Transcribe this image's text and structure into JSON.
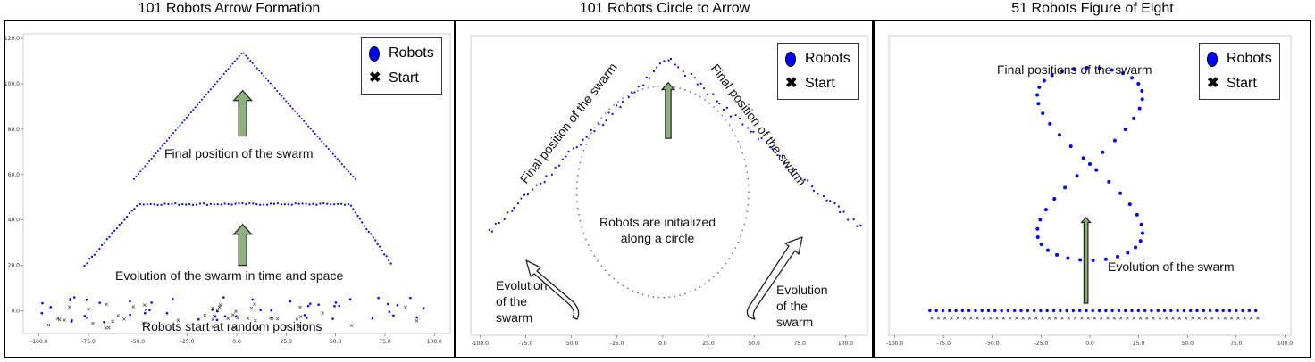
{
  "colors": {
    "robot": "#0000ff",
    "arrow_fill": "#8db07e",
    "arrow_stroke": "#222222",
    "start": "#444444"
  },
  "legend": {
    "robots": "Robots",
    "start": "Start"
  },
  "chart_data": [
    {
      "type": "scatter",
      "title": "101 Robots Arrow Formation",
      "xlim": [
        -108,
        108
      ],
      "ylim": [
        -10,
        122
      ],
      "xticks": [
        "-100.0",
        "-75.0",
        "-50.0",
        "-25.0",
        "0.0",
        "25.0",
        "50.0",
        "75.0",
        "100.0"
      ],
      "xtick_values": [
        -100,
        -75,
        -50,
        -25,
        0,
        25,
        50,
        75,
        100
      ],
      "yticks": [
        "0.0",
        "20.0",
        "40.0",
        "60.0",
        "80.0",
        "100.0",
        "120.0"
      ],
      "ytick_values": [
        0,
        20,
        40,
        60,
        80,
        100,
        120
      ],
      "legend_position": "top-right",
      "final_shape": {
        "kind": "chevron",
        "left": [
          -52,
          58
        ],
        "apex": [
          3,
          114
        ],
        "right": [
          60,
          58
        ],
        "count": 101
      },
      "mid_shape": {
        "kind": "trapezoid",
        "left": [
          -77,
          20
        ],
        "top_left": [
          -50,
          47
        ],
        "top_right": [
          57,
          47
        ],
        "right": [
          78,
          21
        ],
        "count": 101
      },
      "start_band": {
        "x_range": [
          -100,
          100
        ],
        "y_range": [
          -5,
          6
        ],
        "count": 101
      },
      "annotations": {
        "final": "Final position of the swarm",
        "evolution": "Evolution of the swarm in time and space",
        "start": "Robots start at random positions"
      }
    },
    {
      "type": "scatter",
      "title": "101 Robots Circle to Arrow",
      "xlim": [
        -105,
        112
      ],
      "ylim": [
        -10,
        130
      ],
      "xticks": [
        "-100.0",
        "-75.0",
        "-50.0",
        "-25.0",
        "0.0",
        "25.0",
        "50.0",
        "75.0",
        "100.0"
      ],
      "xtick_values": [
        -100,
        -75,
        -50,
        -25,
        0,
        25,
        50,
        75,
        100
      ],
      "legend_position": "top-right",
      "circle": {
        "center": [
          0,
          57
        ],
        "radius": 47,
        "count": 101
      },
      "final_shape": {
        "kind": "chevron",
        "left": [
          -95,
          38
        ],
        "apex": [
          3,
          120
        ],
        "right": [
          108,
          40
        ],
        "count": 101
      },
      "annotations": {
        "final_left": "Final position of the swarm",
        "final_right": "Final position of the swarm",
        "circle": "Robots are initialized\nalong a circle",
        "evolution_left": "Evolution\nof the\nswarm",
        "evolution_right": "Evolution\nof the\nswarm"
      }
    },
    {
      "type": "scatter",
      "title": "51 Robots Figure of Eight",
      "xlim": [
        -103,
        103
      ],
      "ylim": [
        -10,
        130
      ],
      "xticks": [
        "-100.0",
        "-75.0",
        "-50.0",
        "-25.0",
        "0.0",
        "25.0",
        "50.0",
        "75.0",
        "100.0"
      ],
      "xtick_values": [
        -100,
        -75,
        -50,
        -25,
        0,
        25,
        50,
        75,
        100
      ],
      "legend_position": "top-right",
      "final_shape": {
        "kind": "figure-eight",
        "center": [
          0,
          70
        ],
        "half_width": 27,
        "half_height": 45,
        "count": 51
      },
      "start_line": {
        "x_range": [
          -82,
          85
        ],
        "y": 0,
        "count": 51
      },
      "annotations": {
        "final": "Final positions of the swarm",
        "evolution": "Evolution of the swarm"
      }
    }
  ]
}
